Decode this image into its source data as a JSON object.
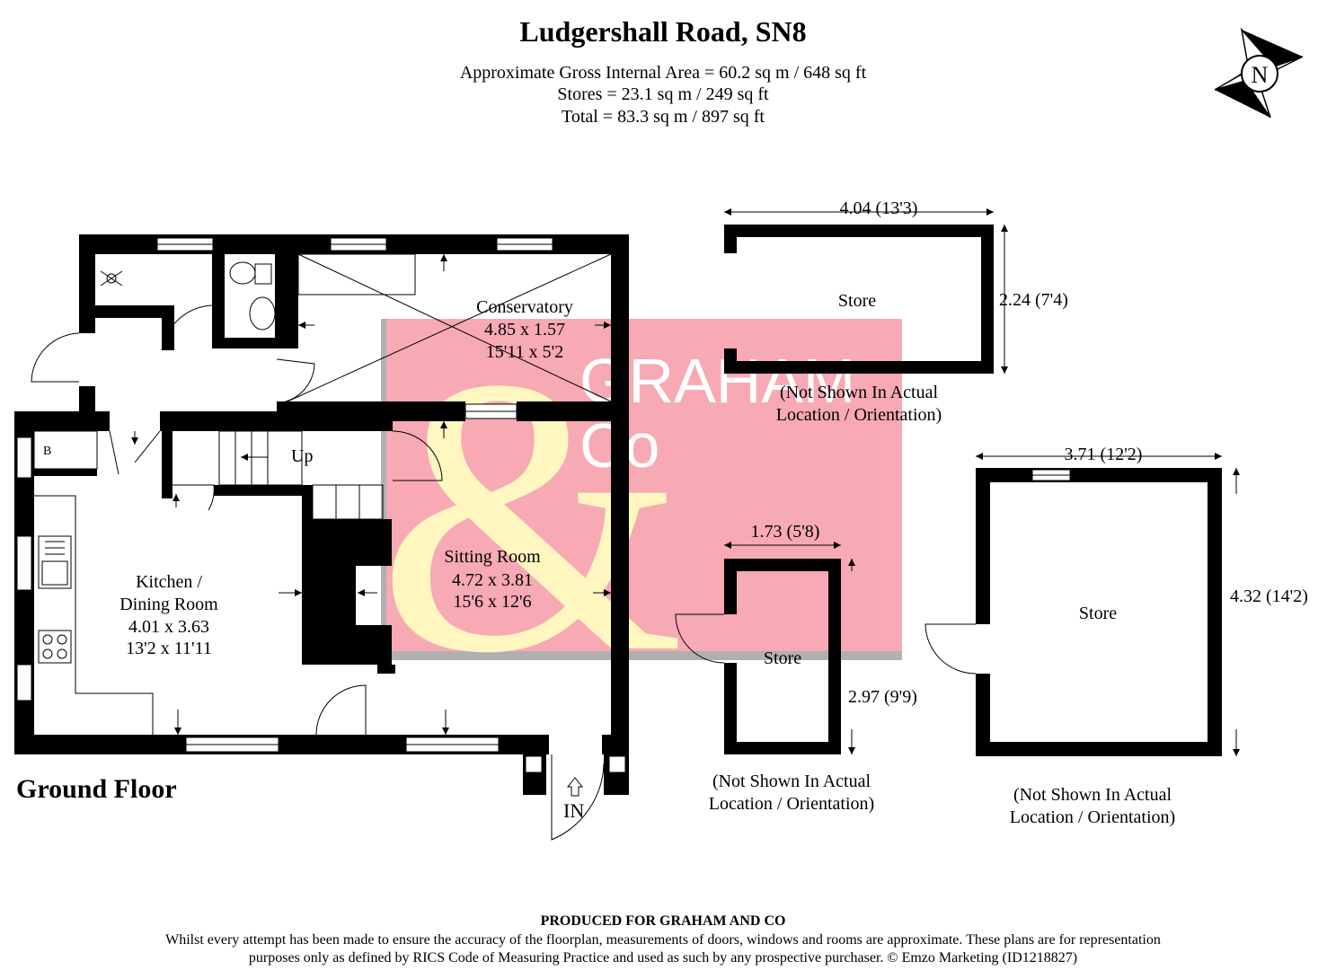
{
  "header": {
    "title": "Ludgershall Road, SN8",
    "area_lines": [
      "Approximate Gross Internal Area = 60.2 sq m / 648 sq ft",
      "Stores = 23.1 sq m / 249 sq ft",
      "Total = 83.3 sq m / 897 sq ft"
    ]
  },
  "compass": {
    "label": "N"
  },
  "floor": {
    "label": "Ground Floor"
  },
  "rooms": {
    "conservatory": {
      "name": "Conservatory",
      "metric": "4.85 x 1.57",
      "imperial": "15'11 x 5'2"
    },
    "kitchen": {
      "name_line1": "Kitchen /",
      "name_line2": "Dining Room",
      "metric": "4.01 x 3.63",
      "imperial": "13'2 x 11'11"
    },
    "sitting": {
      "name": "Sitting Room",
      "metric": "4.72 x 3.81",
      "imperial": "15'6 x 12'6"
    },
    "stairs_label": "Up",
    "boiler_label": "B",
    "entrance_label": "IN"
  },
  "stores": {
    "store1": {
      "name": "Store",
      "width_dim": "4.04 (13'3)",
      "depth_dim": "2.24 (7'4)",
      "note_line1": "(Not Shown In Actual",
      "note_line2": "Location / Orientation)"
    },
    "store2": {
      "name": "Store",
      "width_dim": "1.73 (5'8)",
      "depth_dim": "2.97 (9'9)",
      "note_line1": "(Not Shown In Actual",
      "note_line2": "Location / Orientation)"
    },
    "store3": {
      "name": "Store",
      "width_dim": "3.71 (12'2)",
      "depth_dim": "4.32 (14'2)",
      "note_line1": "(Not Shown In Actual",
      "note_line2": "Location / Orientation)"
    }
  },
  "watermark": {
    "line1": "GRAHAM",
    "line2": "Co",
    "symbol": "&",
    "bg_color": "#f7a9b4",
    "fg_color": "#fff6c0"
  },
  "footer": {
    "heading": "PRODUCED FOR GRAHAM AND CO",
    "line1": "Whilst every attempt has been made to ensure the accuracy of the floorplan, measurements of doors, windows and rooms are approximate. These plans are for representation",
    "line2": "purposes only as defined by RICS Code of Measuring Practice and used as such by any prospective purchaser. © Emzo Marketing (ID1218827)"
  }
}
